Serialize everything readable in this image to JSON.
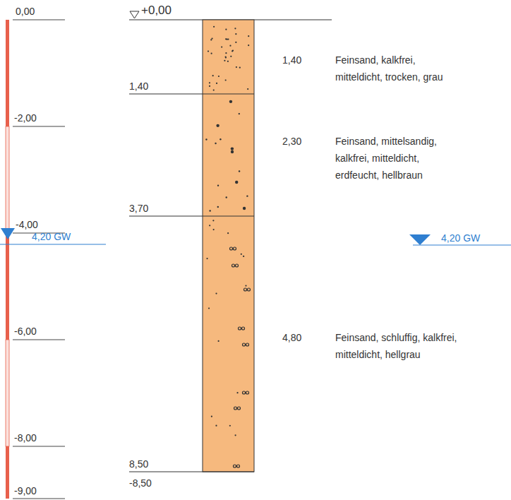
{
  "diagram": {
    "labels": [
      "0,00",
      "-2,00",
      "-4,00",
      "-6,00",
      "-8,00",
      "-9,00",
      "4,20 GW",
      "+0,00",
      "1,40",
      "3,70",
      "8,50",
      "-8,50",
      "1,40",
      "Feinsand, kalkfrei, mitteldicht, trocken, grau",
      "2,30",
      "Feinsand, mittelsandig, kalkfrei, mitteldicht, erdfeucht, hellbraun",
      "4,80",
      "Feinsand, schluffig, kalkfrei, mitteldicht, hellgrau",
      "4,20 GW"
    ]
  }
}
